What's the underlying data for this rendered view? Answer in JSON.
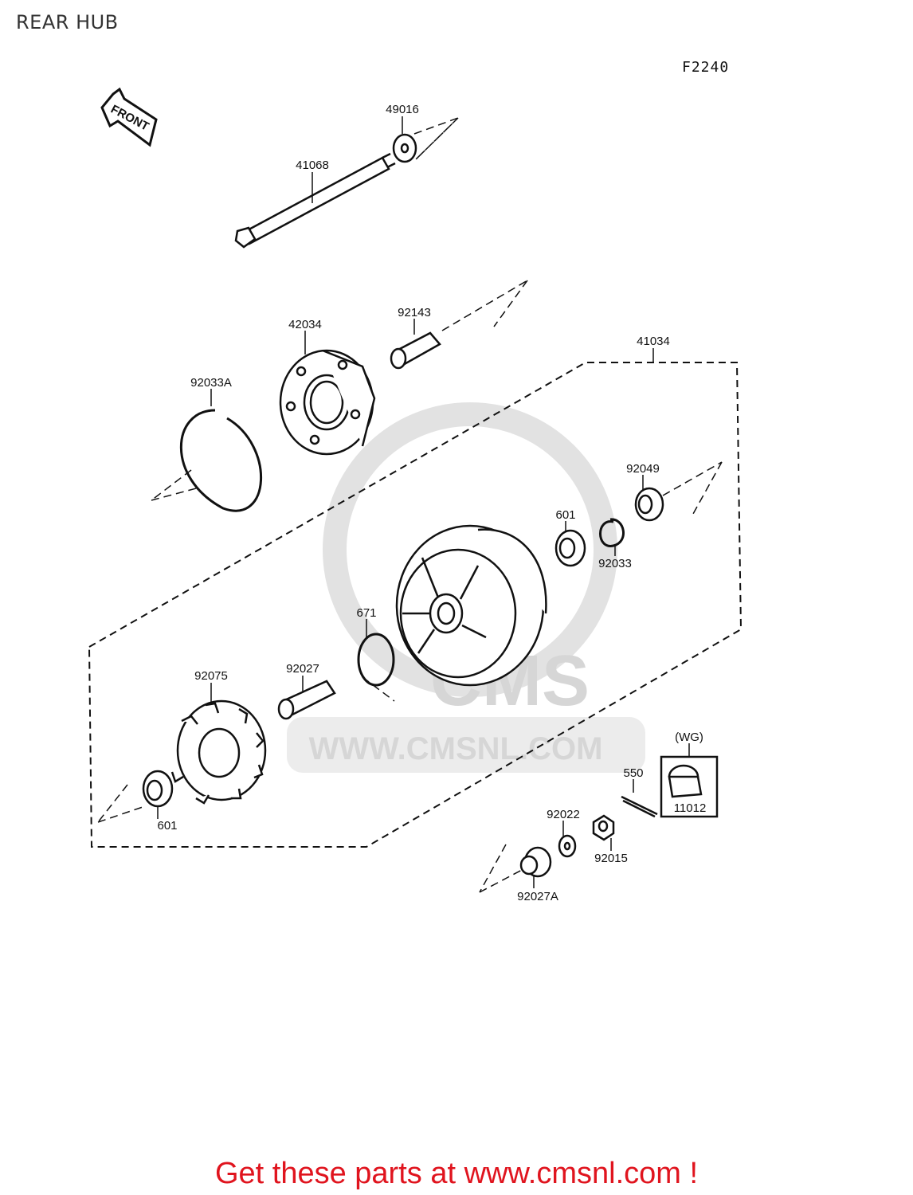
{
  "page": {
    "title": "REAR HUB"
  },
  "figure_code": "F2240",
  "front_arrow_label": "FRONT",
  "watermark": {
    "url_text": "WWW.CMSNL.COM",
    "brand_text": "CMS"
  },
  "parts": {
    "p49016": "49016",
    "p41068": "41068",
    "p92143": "92143",
    "p42034": "42034",
    "p41034": "41034",
    "p92033A": "92033A",
    "p92049": "92049",
    "p601_top": "601",
    "p92033": "92033",
    "p671": "671",
    "p92075": "92075",
    "p92027": "92027",
    "p601_bottom": "601",
    "pWG": "(WG)",
    "p550": "550",
    "p11012": "11012",
    "p92022": "92022",
    "p92015": "92015",
    "p92027A": "92027A"
  },
  "promo_text": "Get these parts at www.cmsnl.com !",
  "colors": {
    "promo": "#e0141e",
    "line": "#111111",
    "watermark": "#d6d6d6"
  }
}
